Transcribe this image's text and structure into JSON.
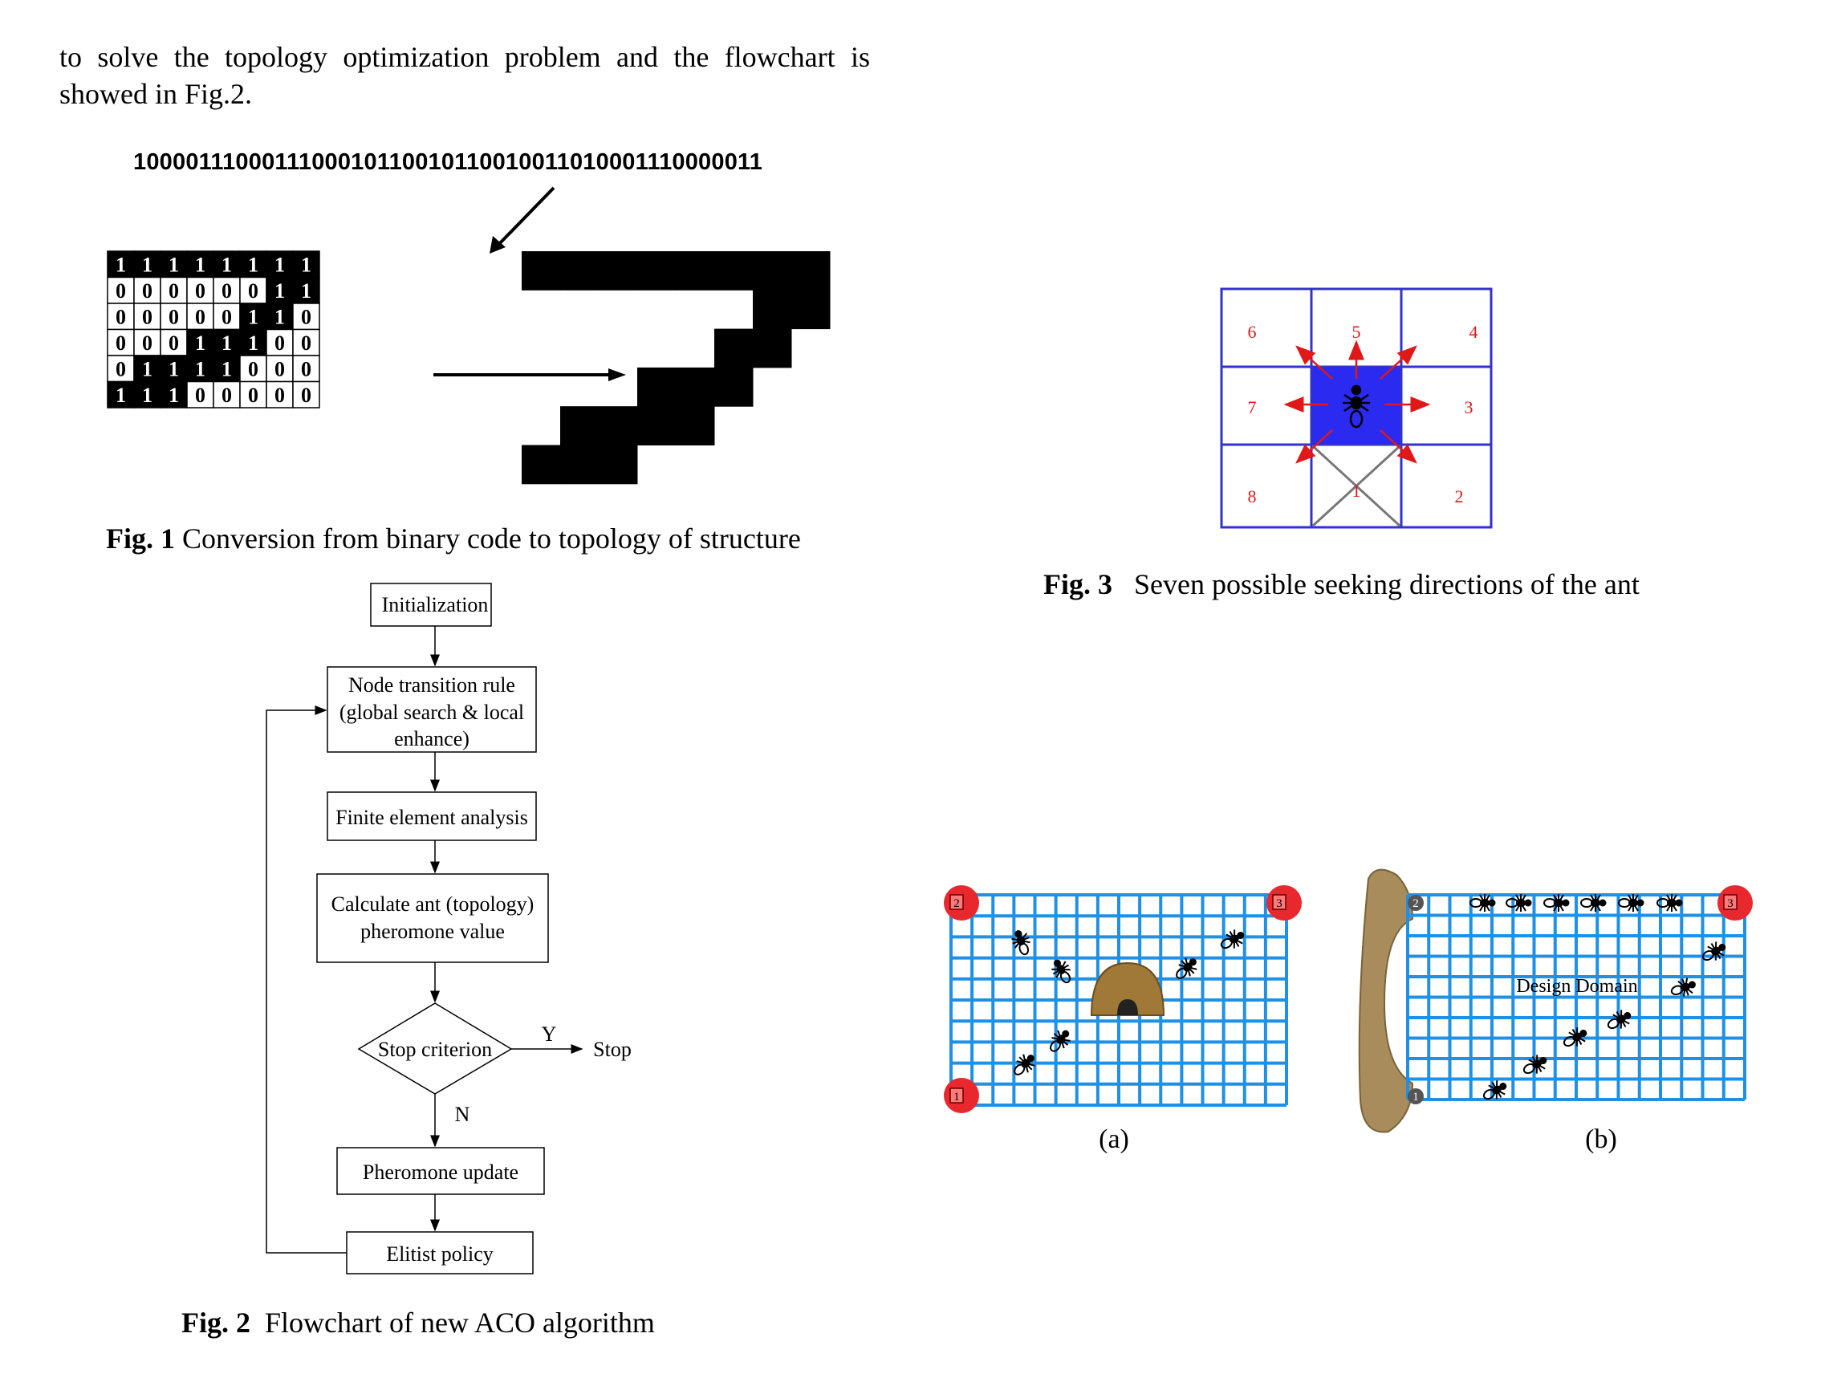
{
  "intro_text": "to solve the topology optimization problem and the flowchart is showed in Fig.2.",
  "fig1": {
    "bitstring": "1000011100011100010110010110010011010001110000011",
    "matrix": [
      [
        1,
        1,
        1,
        1,
        1,
        1,
        1,
        1
      ],
      [
        0,
        0,
        0,
        0,
        0,
        0,
        1,
        1
      ],
      [
        0,
        0,
        0,
        0,
        0,
        1,
        1,
        0
      ],
      [
        0,
        0,
        0,
        1,
        1,
        1,
        0,
        0
      ],
      [
        0,
        1,
        1,
        1,
        1,
        0,
        0,
        0
      ],
      [
        1,
        1,
        1,
        0,
        0,
        0,
        0,
        0
      ]
    ],
    "caption_label": "Fig. 1",
    "caption_text": "Conversion from binary code to topology of structure"
  },
  "fig2": {
    "nodes": {
      "init": "Initialization",
      "transition_1": "Node transition rule",
      "transition_2": "(global search & local",
      "transition_3": "enhance)",
      "fea": "Finite element analysis",
      "calc_1": "Calculate  ant (topology)",
      "calc_2": "pheromone value",
      "stop_criterion": "Stop criterion",
      "yes": "Y",
      "stop": "Stop",
      "no": "N",
      "update": "Pheromone update",
      "elitist": "Elitist policy"
    },
    "caption_label": "Fig. 2",
    "caption_text": "Flowchart of new ACO algorithm"
  },
  "fig3": {
    "directions": [
      "1",
      "2",
      "3",
      "4",
      "5",
      "6",
      "7",
      "8"
    ],
    "caption_label": "Fig. 3",
    "caption_text": "Seven possible seeking directions of the ant",
    "colors": {
      "grid": "#3333cc",
      "center": "#2a2af0",
      "arrow": "#e01818",
      "cross": "#777777"
    }
  },
  "fig4": {
    "panel_a_label": "(a)",
    "panel_b_label": "(b)",
    "design_domain": "Design Domain",
    "nodes_a": [
      "2",
      "3",
      "1"
    ],
    "nodes_b": [
      "2",
      "3",
      "1"
    ],
    "colors": {
      "grid": "#1e90e6",
      "food": "#e8282c",
      "nest": "#a07838"
    }
  }
}
